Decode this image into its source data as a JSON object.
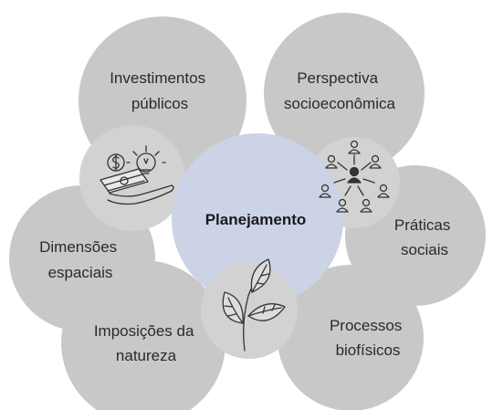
{
  "diagram": {
    "center": {
      "label": "Planejamento"
    },
    "nodes": [
      {
        "id": "investimentos",
        "lines": [
          "Investimentos",
          "públicos"
        ]
      },
      {
        "id": "perspectiva",
        "lines": [
          "Perspectiva",
          "socioeconômica"
        ]
      },
      {
        "id": "praticas",
        "lines": [
          "Práticas",
          "sociais"
        ]
      },
      {
        "id": "processos",
        "lines": [
          "Processos",
          "biofísicos"
        ]
      },
      {
        "id": "imposicoes",
        "lines": [
          "Imposições da",
          "natureza"
        ]
      },
      {
        "id": "dimensoes",
        "lines": [
          "Dimensões",
          "espaciais"
        ]
      }
    ],
    "icons": [
      "money-hand-icon",
      "network-people-icon",
      "leaves-icon"
    ],
    "colors": {
      "outer_circle": "#c8c8c8",
      "center_circle": "#ccd3e6",
      "icon_bubble": "#d2d2d2",
      "text": "#2a2a2a"
    }
  }
}
